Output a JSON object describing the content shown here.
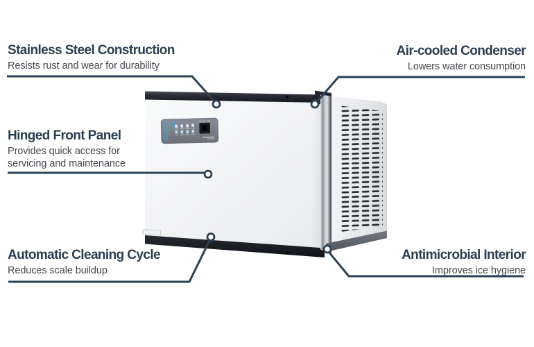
{
  "page": {
    "type": "product-feature-diagram",
    "subject": "commercial modular ice machine",
    "background": "#ffffff"
  },
  "callouts": {
    "stainless": {
      "title": "Stainless Steel Construction",
      "subtitle": "Resists rust and wear for durability"
    },
    "condenser": {
      "title": "Air-cooled Condenser",
      "subtitle": "Lowers water consumption"
    },
    "hinged": {
      "title": "Hinged Front Panel",
      "subtitle": "Provides quick access for servicing and maintenance"
    },
    "cleaning": {
      "title": "Automatic Cleaning Cycle",
      "subtitle": "Reduces scale buildup"
    },
    "antimicrobial": {
      "title": "Antimicrobial Interior",
      "subtitle": "Improves ice hygiene"
    }
  },
  "colors": {
    "title_text": "#2c3e50",
    "subtitle_text": "#45484e",
    "callout_line": "#2c4154",
    "callout_dot_fill": "#ffffff",
    "machine_band_dark": "#1c1f24",
    "machine_body_light": "#f2f3f5",
    "control_panel_gray": "#7a8089",
    "control_panel_blue": "#4fb1d9"
  }
}
